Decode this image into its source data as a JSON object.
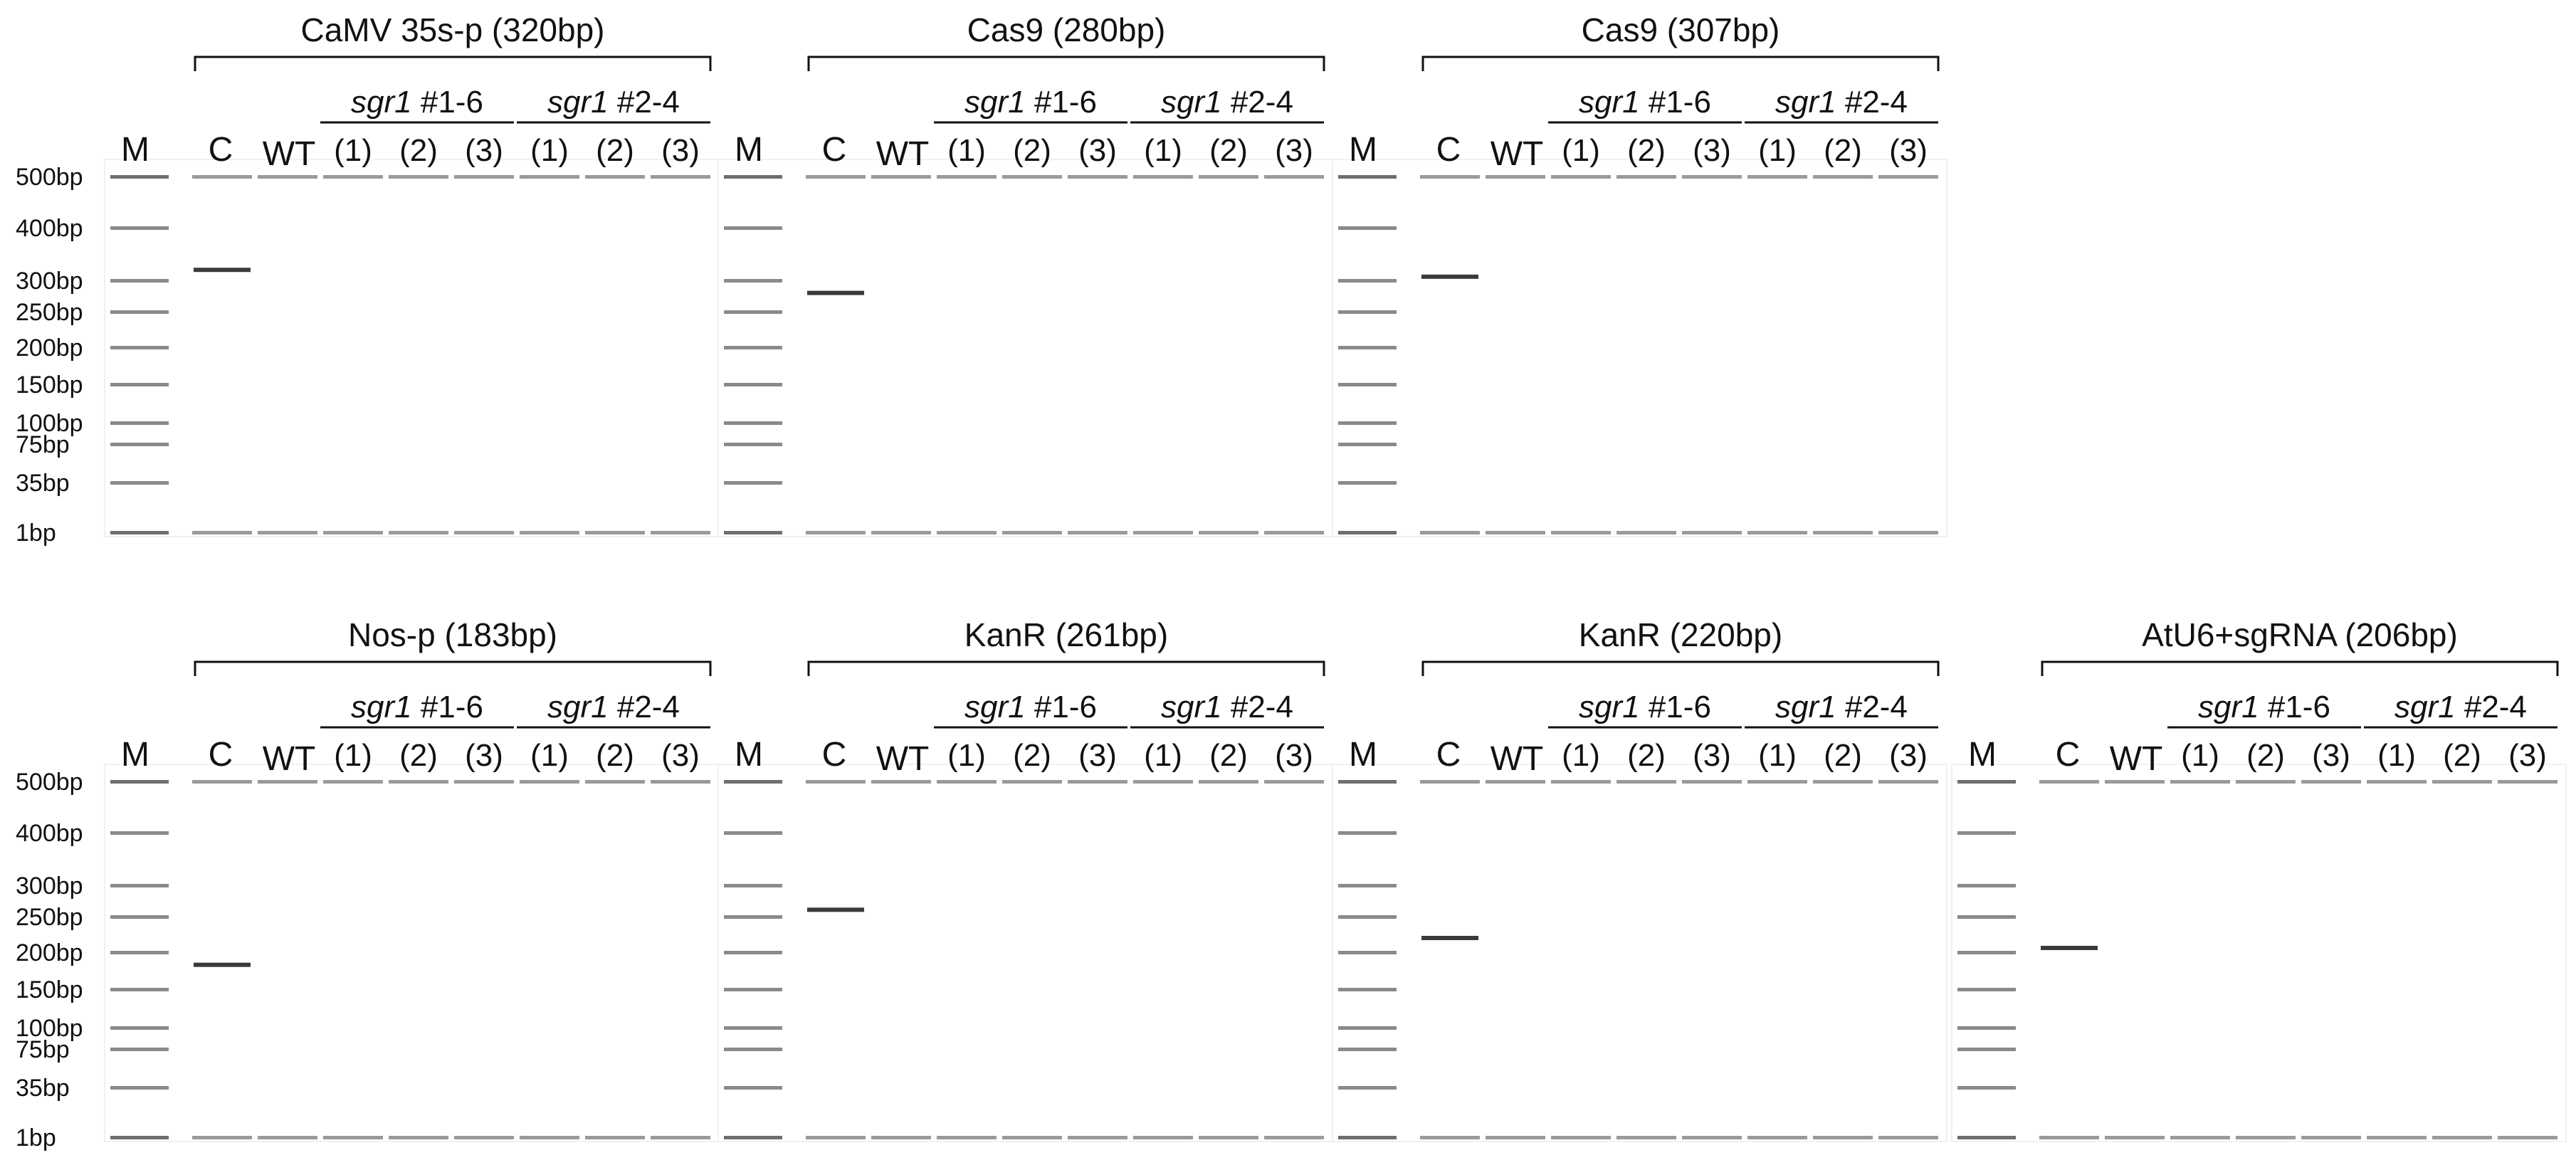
{
  "ladder": {
    "lane_label": "M",
    "sizes": [
      "500bp",
      "400bp",
      "300bp",
      "250bp",
      "200bp",
      "150bp",
      "100bp",
      "75bp",
      "35bp",
      "1bp"
    ]
  },
  "lanes": {
    "control": "C",
    "wild_type": "WT",
    "group1": {
      "gene": "sgr1",
      "line": " #1-6",
      "reps": [
        "(1)",
        "(2)",
        "(3)"
      ]
    },
    "group2": {
      "gene": "sgr1",
      "line": " #2-4",
      "reps": [
        "(1)",
        "(2)",
        "(3)"
      ]
    }
  },
  "panels": [
    {
      "title": "CaMV 35s-p (320bp)",
      "band_bp": 320
    },
    {
      "title": "Cas9 (280bp)",
      "band_bp": 280
    },
    {
      "title": "Cas9 (307bp)",
      "band_bp": 307
    },
    {
      "title": "Nos-p (183bp)",
      "band_bp": 183
    },
    {
      "title": "KanR (261bp)",
      "band_bp": 261
    },
    {
      "title": "KanR (220bp)",
      "band_bp": 220
    },
    {
      "title": "AtU6+sgRNA (206bp)",
      "band_bp": 206
    }
  ],
  "colors": {
    "band_dark": "#3a3a3a",
    "ladder_band": "#8a8a8a",
    "marker_line": "#9a9a9a",
    "bracket": "#111111"
  }
}
